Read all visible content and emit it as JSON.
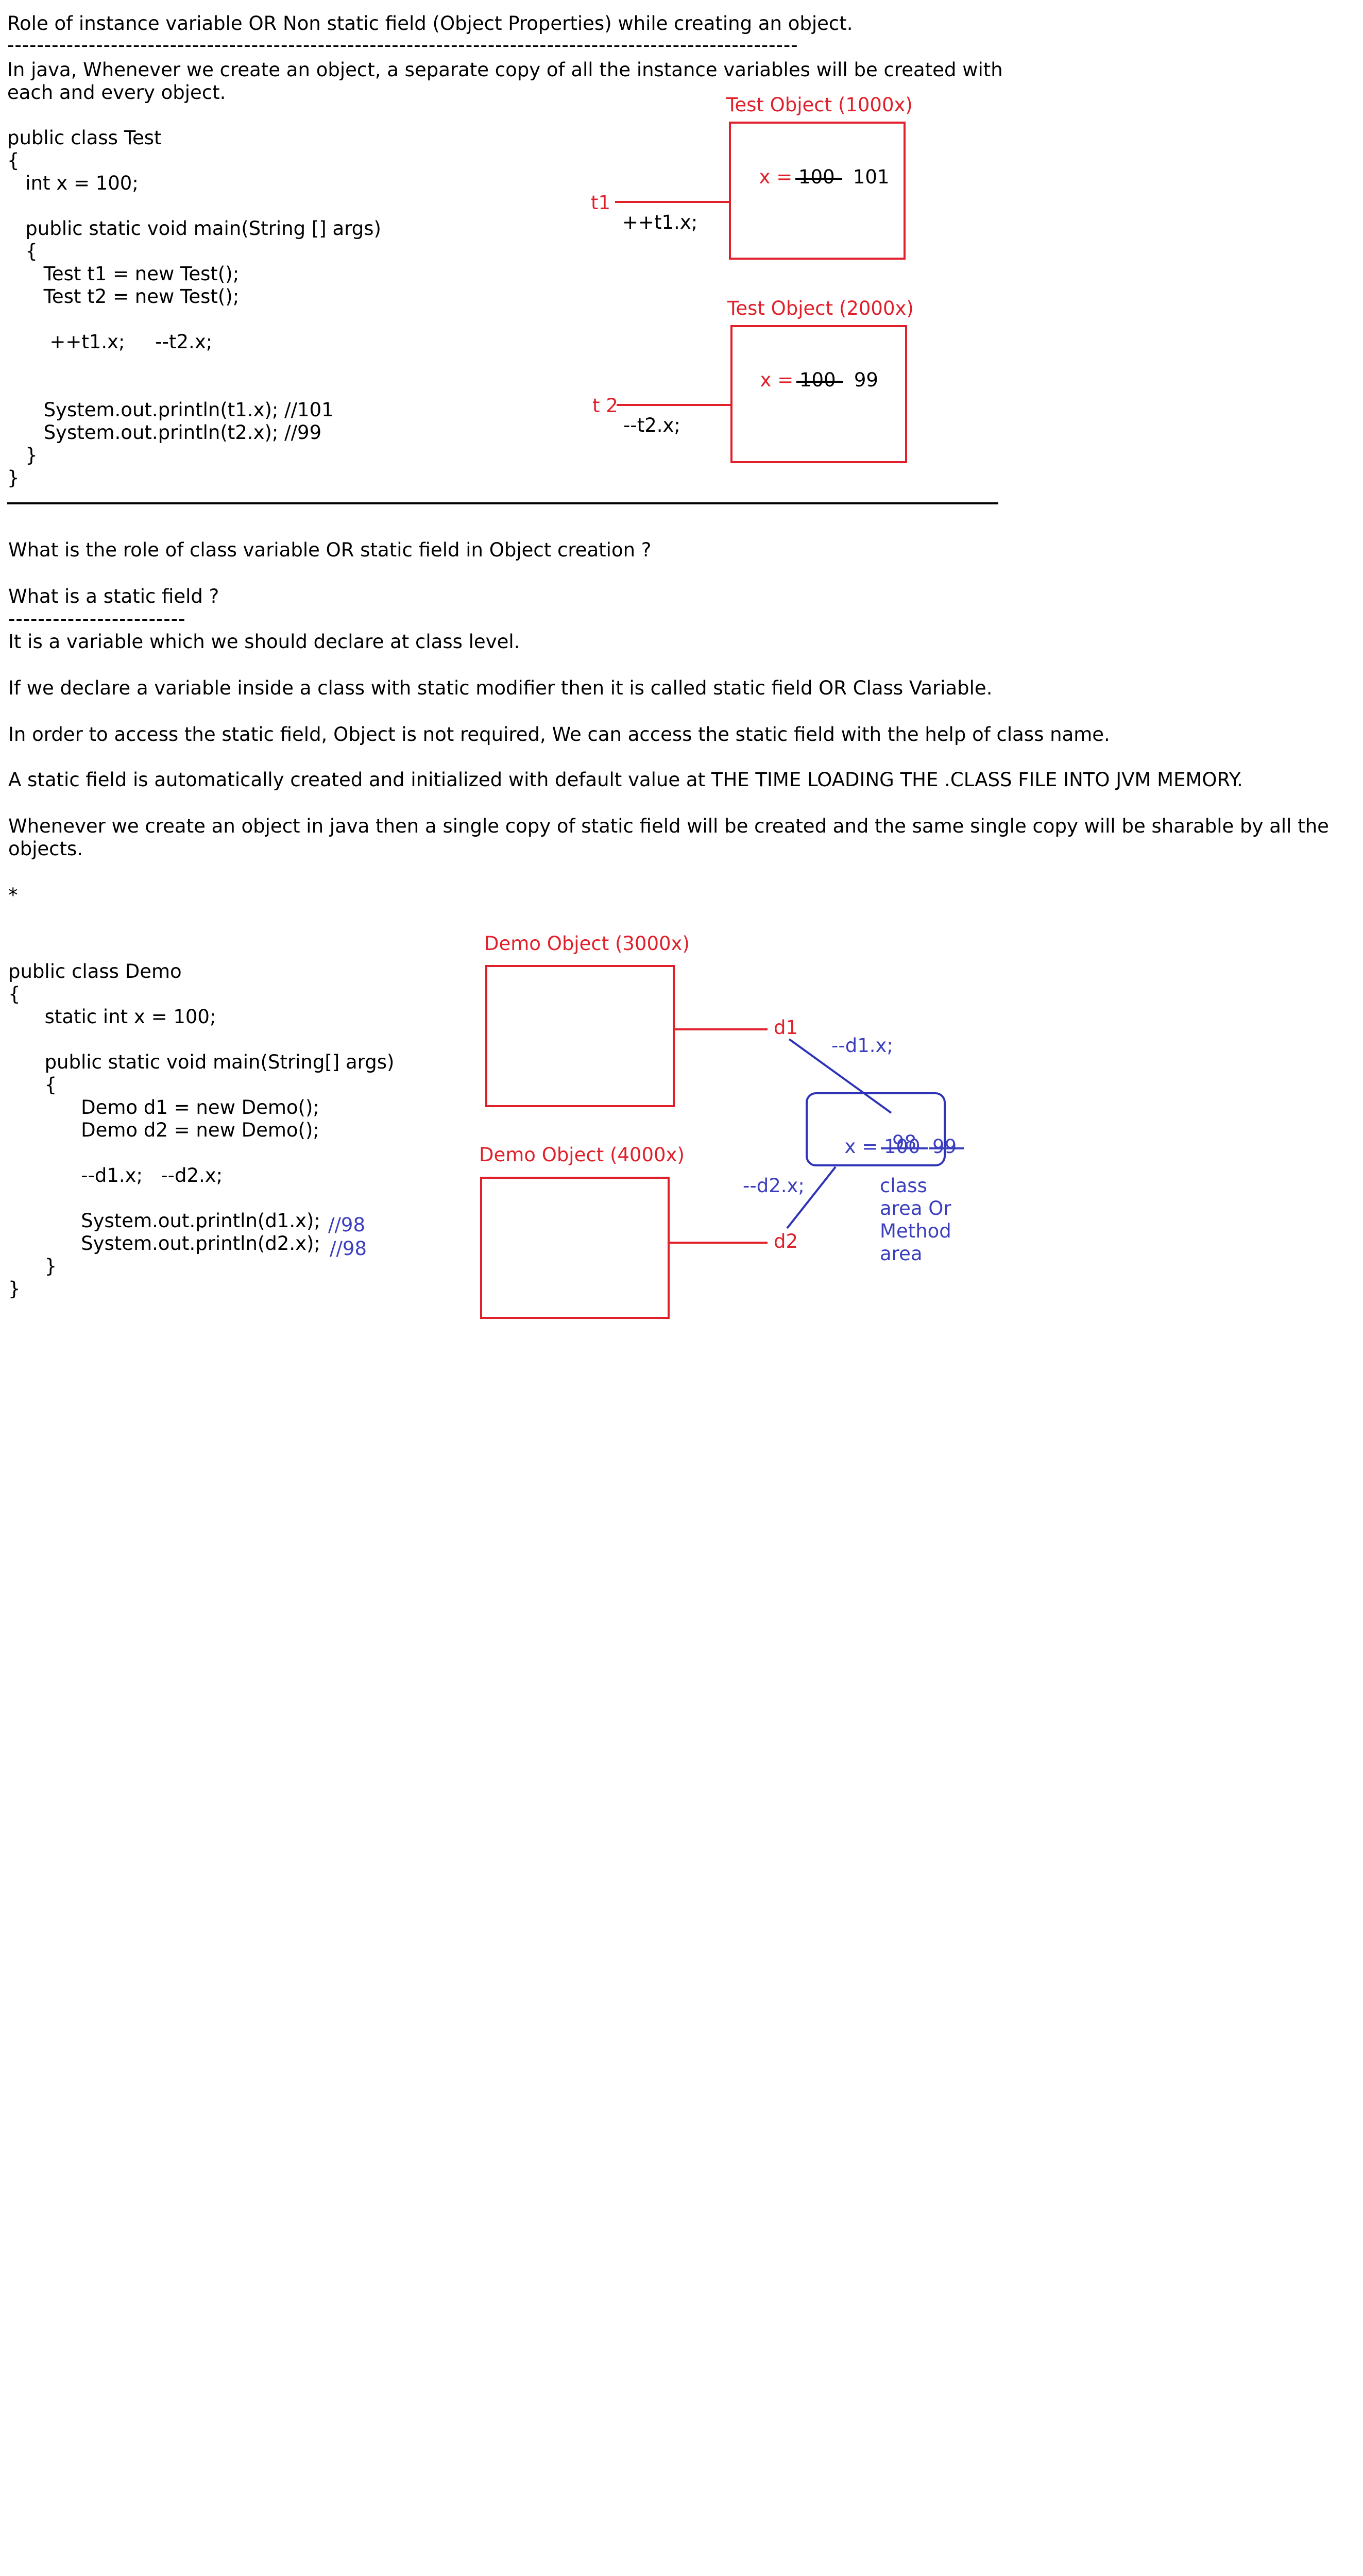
{
  "section1": {
    "title": "Role of instance variable OR Non static field (Object Properties) while creating an object.",
    "underline": "-----------------------------------------------------------------------------------------------------------",
    "intro_line1": "In java, Whenever we create an object, a separate copy of all the instance variables will be created with",
    "intro_line2": "each and every object.",
    "code": [
      "public class Test",
      "{",
      "   int x = 100;",
      "",
      "   public static void main(String [] args)",
      "   {",
      "      Test t1 = new Test();",
      "      Test t2 = new Test();",
      "",
      "       ++t1.x;     --t2.x;",
      "",
      "",
      "      System.out.println(t1.x); //101",
      "      System.out.println(t2.x); //99",
      "   }",
      "}"
    ],
    "diagram": {
      "obj1_label": "Test Object (1000x)",
      "obj1_x_label": "x =",
      "obj1_old": "100",
      "obj1_new": "101",
      "ref1": "t1",
      "op1": "++t1.x;",
      "obj2_label": "Test Object (2000x)",
      "obj2_x_label": "x =",
      "obj2_old": "100",
      "obj2_new": "99",
      "ref2": "t 2",
      "op2": "--t2.x;"
    }
  },
  "section2": {
    "question1": "What is the role of class variable OR static field in Object creation ?",
    "question2": "What is a static field ?",
    "underline2": "------------------------",
    "para1": "It is a variable which we should declare at class level.",
    "para2": "If we declare a variable inside a class with static modifier then it is called static field OR Class Variable.",
    "para3": "In order to access the static field, Object is not required, We can access the static field with the help of class name.",
    "para4": "A static field is automatically created and initialized with default value at THE TIME LOADING THE .CLASS FILE INTO JVM MEMORY.",
    "para5_line1": "Whenever we create an object in java then a single copy of static field will be created and the same single copy will be sharable by all the",
    "para5_line2": "objects.",
    "asterisk": "*",
    "code": [
      "public class Demo",
      "{",
      "      static int x = 100;",
      "",
      "      public static void main(String[] args)",
      "      {",
      "            Demo d1 = new Demo();",
      "            Demo d2 = new Demo();",
      "",
      "            --d1.x;   --d2.x;",
      "",
      "            System.out.println(d1.x);",
      "            System.out.println(d2.x);",
      "      }",
      "}"
    ],
    "comment1": "//98",
    "comment2": "//98",
    "diagram": {
      "obj1_label": "Demo Object (3000x)",
      "obj2_label": "Demo Object (4000x)",
      "ref1": "d1",
      "ref2": "d2",
      "op1": "--d1.x;",
      "op2": "--d2.x;",
      "static_x_label": "x =",
      "static_old1": "100",
      "static_old2": "99",
      "static_new": "98",
      "area_label": "class\narea Or\nMethod\narea"
    }
  },
  "colors": {
    "red": "#e0202a",
    "blue": "#3b3fbf",
    "text": "#000000"
  }
}
